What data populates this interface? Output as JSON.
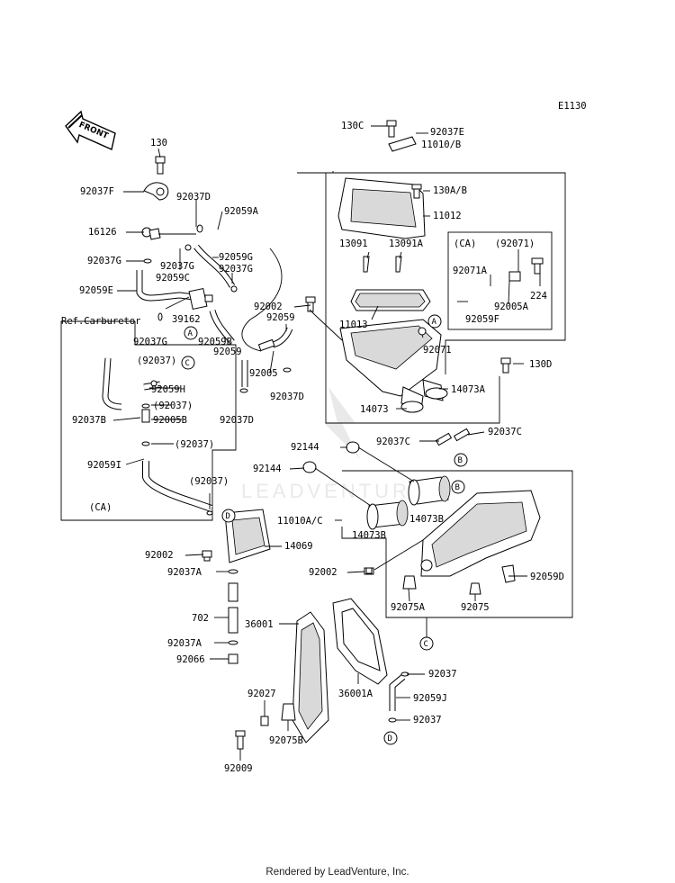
{
  "diagram_code": "E1130",
  "front_arrow_label": "FRONT",
  "footer": "Rendered by LeadVenture, Inc.",
  "watermark": "LEADVENTURE",
  "section_labels": {
    "ref_carburetor": "Ref.Carburetor",
    "ca_left": "(CA)",
    "ca_right": "(CA)"
  },
  "circle_refs": [
    "A",
    "B",
    "C",
    "D"
  ],
  "parts": {
    "p130": "130",
    "p92037F": "92037F",
    "p16126": "16126",
    "p92037D_top": "92037D",
    "p92059A": "92059A",
    "p92037G_1": "92037G",
    "p92037G_2": "92037G",
    "p92059G": "92059G",
    "p92037G_3": "92037G",
    "p92059E": "92059E",
    "p92059C": "92059C",
    "p39162": "39162",
    "p92037G_4": "92037G",
    "p92059B": "92059B",
    "p92059_mid": "92059",
    "p92002_top": "92002",
    "p92059_right": "92059",
    "p92005": "92005",
    "p92037D_mid": "92037D",
    "p92037D_low": "92037D",
    "p92037_paren1": "(92037)",
    "p92059H": "92059H",
    "p92037_paren2": "(92037)",
    "p92037B": "92037B",
    "p92005B": "92005B",
    "p92037_paren3": "(92037)",
    "p92059I": "92059I",
    "p92037_paren4": "(92037)",
    "p130C": "130C",
    "p92037E": "92037E",
    "p11010B": "11010/B",
    "p130AB": "130A/B",
    "p11012": "11012",
    "p13091": "13091",
    "p13091A": "13091A",
    "p92071_paren": "(92071)",
    "p92071A": "92071A",
    "p224": "224",
    "p92005A": "92005A",
    "p92059F": "92059F",
    "p11013": "11013",
    "p92071": "92071",
    "p130D": "130D",
    "p14073A": "14073A",
    "p14073": "14073",
    "p92037C_l": "92037C",
    "p92037C_r": "92037C",
    "p92144_1": "92144",
    "p92144_2": "92144",
    "p11010AC": "11010A/C",
    "p14073B_1": "14073B",
    "p14073B_2": "14073B",
    "p92002_mid": "92002",
    "p14069": "14069",
    "p92002_right": "92002",
    "p92037A_1": "92037A",
    "p92059D": "92059D",
    "p92075A": "92075A",
    "p92075": "92075",
    "p702": "702",
    "p36001": "36001",
    "p92037A_2": "92037A",
    "p92066": "92066",
    "p92037_r1": "92037",
    "p36001A": "36001A",
    "p92059J": "92059J",
    "p92027": "92027",
    "p92037_r2": "92037",
    "p92075B": "92075B",
    "p92009": "92009"
  }
}
